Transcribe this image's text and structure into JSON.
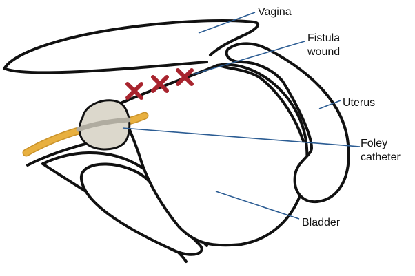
{
  "labels": {
    "vagina": "Vagina",
    "fistula": [
      "Fistula",
      "wound"
    ],
    "uterus": "Uterus",
    "catheter": [
      "Foley",
      "catheter"
    ],
    "bladder": "Bladder"
  },
  "colors": {
    "outline": "#111111",
    "leader_line": "#2b5c93",
    "suture": "#a8242e",
    "catheter_tube": "#e8b040",
    "catheter_tube_edge": "#c9922a",
    "balloon": "#dcd8cc",
    "balloon_stripe": "#b0aca0",
    "background": "#ffffff"
  }
}
